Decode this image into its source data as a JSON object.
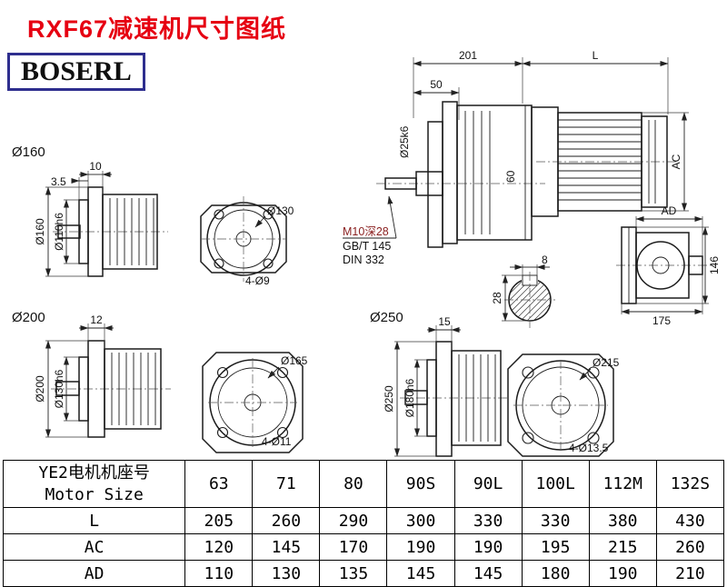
{
  "page": {
    "title": "RXF67减速机尺寸图纸",
    "logo": "BOSERL"
  },
  "main_view": {
    "dim_width_motor": "201",
    "dim_length": "L",
    "dim_flange": "50",
    "shaft_dia": "Ø25k6",
    "dim_shaft_len": "60",
    "dim_ac": "AC",
    "note_tap": "M10深28",
    "note_gb": "GB/T 145",
    "note_din": "DIN 332"
  },
  "flange160_view": {
    "label": "Ø160",
    "dim_thickness": "10",
    "dim_step": "3.5",
    "dia_outer": "Ø160",
    "dia_spigot": "Ø110h6"
  },
  "front130_view": {
    "dia_bolt_circle": "Ø130",
    "holes": "4-Ø9"
  },
  "flange200_view": {
    "label": "Ø200",
    "dim_thickness": "12",
    "dia_outer": "Ø200",
    "dia_spigot": "Ø130h6"
  },
  "front165_view": {
    "dia_bolt_circle": "Ø165",
    "holes": "4-Ø11"
  },
  "flange250_view": {
    "label": "Ø250",
    "dim_thickness": "15",
    "dia_outer": "Ø250",
    "dia_spigot": "Ø180h6"
  },
  "front215_view": {
    "dia_bolt_circle": "Ø215",
    "holes": "4-Ø13.5"
  },
  "output_side_view": {
    "dim_ad": "AD",
    "dim_height": "146",
    "dim_width": "175"
  },
  "keyway_detail": {
    "dim_key_width": "8",
    "dim_key_height": "28"
  },
  "table": {
    "header_cn": "YE2电机机座号",
    "header_en": "Motor Size",
    "columns": [
      "63",
      "71",
      "80",
      "90S",
      "90L",
      "100L",
      "112M",
      "132S"
    ],
    "rows": [
      {
        "label": "L",
        "values": [
          "205",
          "260",
          "290",
          "300",
          "330",
          "330",
          "380",
          "430"
        ]
      },
      {
        "label": "AC",
        "values": [
          "120",
          "145",
          "170",
          "190",
          "190",
          "195",
          "215",
          "260"
        ]
      },
      {
        "label": "AD",
        "values": [
          "110",
          "130",
          "135",
          "145",
          "145",
          "180",
          "190",
          "210"
        ]
      }
    ]
  }
}
